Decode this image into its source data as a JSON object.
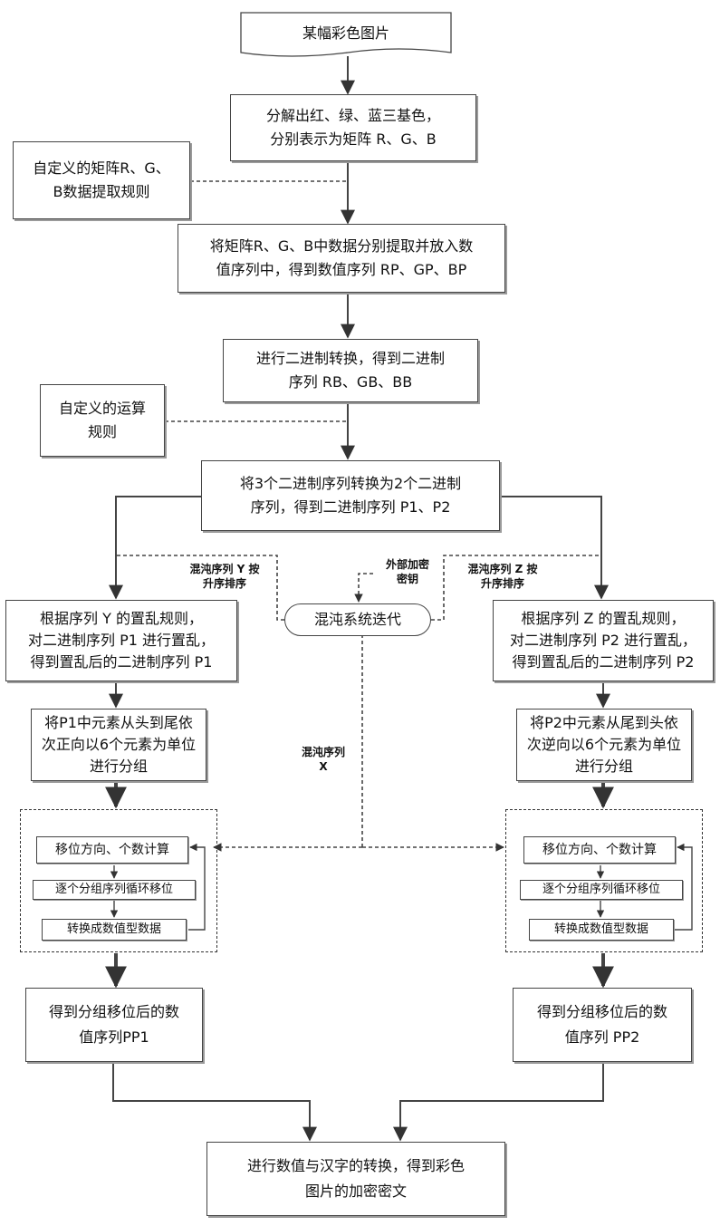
{
  "boxes": {
    "start": "某幅彩色图片",
    "decompose": "分解出红、绿、蓝三基色，\n分别表示为矩阵 R、G、B",
    "rule_extract": "自定义的矩阵R、G、\nB数据提取规则",
    "extract": "将矩阵R、G、B中数据分别提取并放入数\n值序列中，得到数值序列 RP、GP、BP",
    "binary": "进行二进制转换，得到二进制\n序列 RB、GB、BB",
    "rule_op": "自定义的运算\n规则",
    "convert": "将3个二进制序列转换为2个二进制\n序列，得到二进制序列 P1、P2",
    "chaos": "混沌系统迭代",
    "scramble_left": "根据序列 Y 的置乱规则，\n对二进制序列 P1 进行置乱，\n得到置乱后的二进制序列 P1",
    "scramble_right": "根据序列 Z 的置乱规则，\n对二进制序列 P2 进行置乱，\n得到置乱后的二进制序列 P2",
    "group_left": "将P1中元素从头到尾依\n次正向以6个元素为单位\n进行分组",
    "group_right": "将P2中元素从尾到头依\n次逆向以6个元素为单位\n进行分组",
    "shift_calc_left": "移位方向、个数计算",
    "shift_loop_left": "逐个分组序列循环移位",
    "to_num_left": "转换成数值型数据",
    "shift_calc_right": "移位方向、个数计算",
    "shift_loop_right": "逐个分组序列循环移位",
    "to_num_right": "转换成数值型数据",
    "result_left": "得到分组移位后的数\n值序列PP1",
    "result_right": "得到分组移位后的数\n值序列 PP2",
    "final": "进行数值与汉字的转换，得到彩色\n图片的加密密文"
  },
  "labels": {
    "chaos_y": "混沌序列 Y 按\n升序排序",
    "external_key": "外部加密\n密钥",
    "chaos_z": "混沌序列 Z 按\n升序排序",
    "chaos_x": "混沌序列\nX"
  }
}
